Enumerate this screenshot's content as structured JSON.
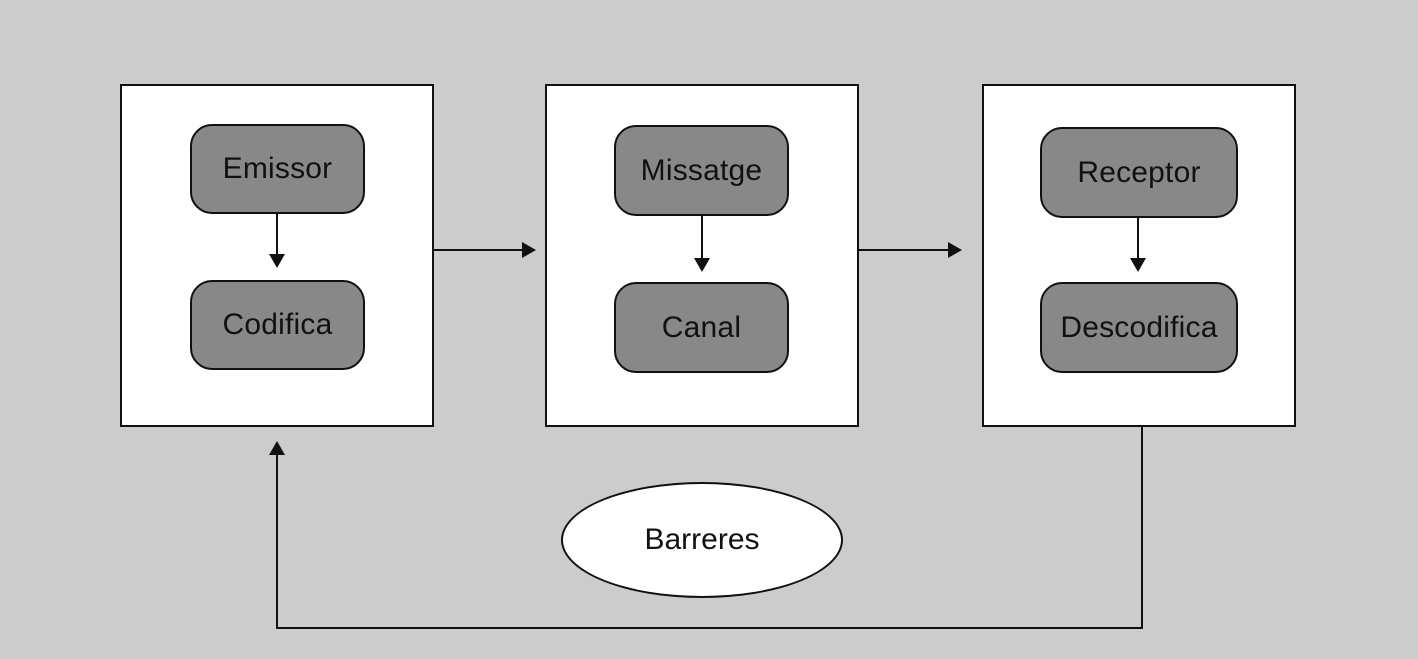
{
  "nodes": {
    "sender": "Emissor",
    "encode": "Codifica",
    "message": "Missatge",
    "channel": "Canal",
    "receiver": "Receptor",
    "decode": "Descodifica",
    "barriers": "Barreres"
  },
  "colors": {
    "background": "#cccccc",
    "frame": "#ffffff",
    "node_fill": "#888888",
    "stroke": "#111111"
  }
}
